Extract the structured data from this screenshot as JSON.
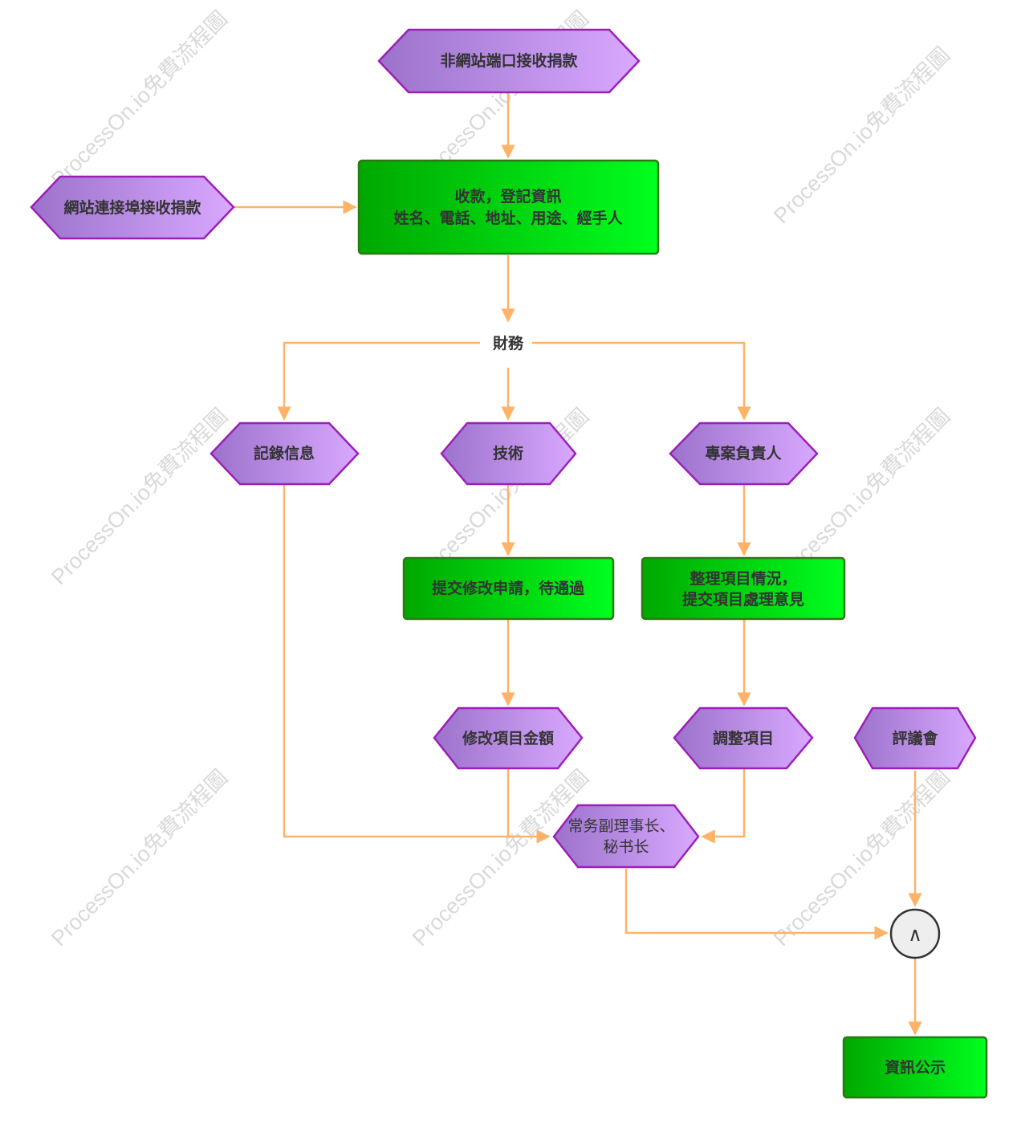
{
  "watermark": "ProcessOn.io免費流程圖",
  "colors": {
    "edge": "#ffb366",
    "hex_border": "#9c1fb8",
    "hex_fill_start": "#9b72cb",
    "hex_fill_end": "#d9a8ff",
    "box_border": "#2a7a12",
    "box_fill_start": "#00a800",
    "box_fill_end": "#00ff1e",
    "text": "#333333"
  },
  "nodes": {
    "non_website_receive": {
      "label": "非網站端口接收捐款"
    },
    "website_receive": {
      "label": "網站連接埠接收捐款"
    },
    "collect_register": {
      "lines": [
        "收款，登記資訊",
        "姓名、電話、地址、用途、經手人"
      ]
    },
    "finance": {
      "label": "財務"
    },
    "record_info": {
      "label": "記錄信息"
    },
    "technical": {
      "label": "技術"
    },
    "project_lead": {
      "label": "專案負責人"
    },
    "submit_change_request": {
      "label": "提交修改申請，待通過"
    },
    "organize_project": {
      "lines": [
        "整理項目情況，",
        "提交項目處理意見"
      ]
    },
    "modify_amount": {
      "label": "修改項目金額"
    },
    "adjust_project": {
      "label": "調整項目"
    },
    "review_committee": {
      "label": "評議會"
    },
    "vice_chair_secretary": {
      "lines": [
        "常务副理事长、",
        "秘书长"
      ]
    },
    "and_gate": {
      "symbol": "∧"
    },
    "info_publish": {
      "label": "資訊公示"
    }
  }
}
